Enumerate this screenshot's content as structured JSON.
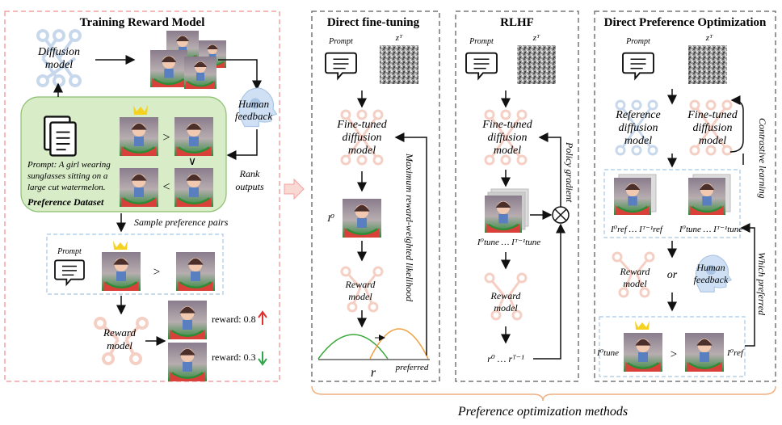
{
  "panels": {
    "training": {
      "title": "Training Reward Model",
      "diffusion_label_1": "Diffusion",
      "diffusion_label_2": "model",
      "human_label_1": "Human",
      "human_label_2": "feedback",
      "rank_label_1": "Rank",
      "rank_label_2": "outputs",
      "prompt_line_1": "Prompt: A girl wearing",
      "prompt_line_2": "sunglasses sitting on a",
      "prompt_line_3": "large cut watermelon.",
      "dataset_label": "Preference Dataset",
      "sample_label": "Sample preference pairs",
      "prompt_label": "Prompt",
      "reward_label_1": "Reward",
      "reward_label_2": "model",
      "reward_high": "reward: 0.8",
      "reward_low": "reward: 0.3",
      "gt_symbol": ">",
      "lt_symbol": "<",
      "v_symbol": "∨"
    },
    "direct": {
      "title": "Direct fine-tuning",
      "prompt_label": "Prompt",
      "noise_label": "zᵀ",
      "model_line_1": "Fine-tuned",
      "model_line_2": "diffusion",
      "model_line_3": "model",
      "image_label": "I⁰",
      "reward_label_1": "Reward",
      "reward_label_2": "model",
      "side_label": "Maximum reward-weighted likelihood",
      "r_label": "r",
      "preferred_label": "preferred"
    },
    "rlhf": {
      "title": "RLHF",
      "prompt_label": "Prompt",
      "noise_label": "zᵀ",
      "model_line_1": "Fine-tuned",
      "model_line_2": "diffusion",
      "model_line_3": "model",
      "image_label": "I⁰tune … Iᵀ⁻¹tune",
      "reward_label_1": "Reward",
      "reward_label_2": "model",
      "r_seq_label": "r⁰ … rᵀ⁻¹",
      "side_label": "Policy gradient"
    },
    "dpo": {
      "title": "Direct Preference Optimization",
      "prompt_label": "Prompt",
      "noise_label": "zᵀ",
      "ref_line_1": "Reference",
      "ref_line_2": "diffusion",
      "ref_line_3": "model",
      "ft_line_1": "Fine-tuned",
      "ft_line_2": "diffusion",
      "ft_line_3": "model",
      "ref_images_label": "I⁰ref … Iᵀ⁻¹ref",
      "tune_images_label": "I⁰tune … Iᵀ⁻¹tune",
      "reward_label_1": "Reward",
      "reward_label_2": "model",
      "or_label": "or",
      "human_label_1": "Human",
      "human_label_2": "feedback",
      "contrastive_label": "Contrastive learning",
      "which_label": "Which preferred",
      "tune_label": "I⁰tune",
      "ref_label": "I⁰ref",
      "gt_symbol": ">"
    }
  },
  "caption": "Preference optimization methods",
  "colors": {
    "training_border": "#f4a0a0",
    "panel_border": "#777777",
    "dataset_fill": "#d8ecc8",
    "dataset_border": "#8cc070",
    "blue_dash": "#a8c8e8",
    "net_blue": "#c8d8ec",
    "net_pink": "#f6cfc4",
    "crown": "#f4d21f",
    "up_arrow": "#e03030",
    "down_arrow": "#2ea84a",
    "curve_green": "#3aa83a",
    "curve_orange": "#f0a040",
    "brace": "#f0b080"
  }
}
